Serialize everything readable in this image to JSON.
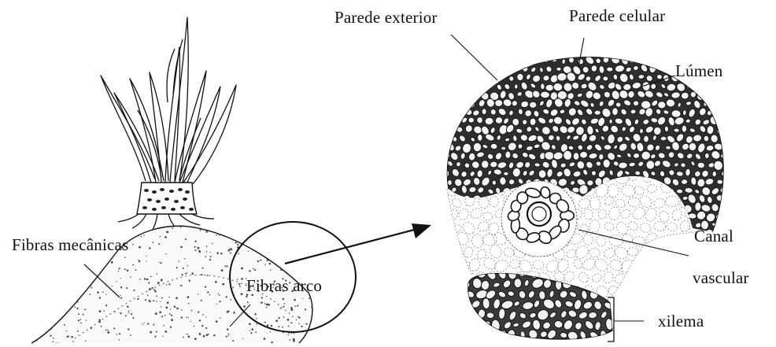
{
  "labels": {
    "parede_exterior": "Parede exterior",
    "parede_celular": "Parede celular",
    "lumen": "Lúmen",
    "canal": "Canal",
    "vascular": "vascular",
    "xilema": "xilema",
    "fibras_mecanicas": "Fibras mecânicas",
    "fibras_arco": "Fibras arco"
  },
  "colors": {
    "ink": "#111111",
    "background": "#ffffff",
    "cell_wall": "#2a2a2a",
    "parenchyma": "#777777"
  }
}
